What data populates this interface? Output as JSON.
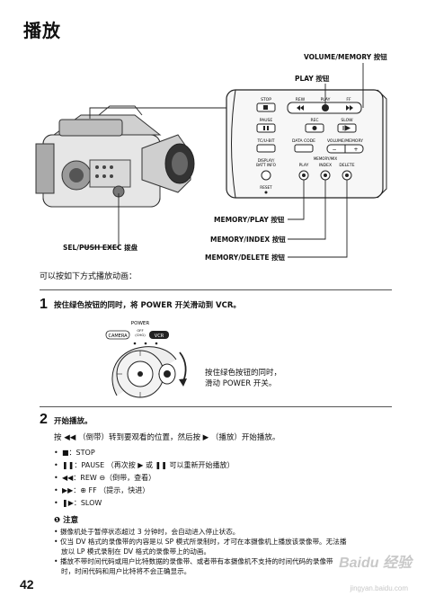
{
  "page": {
    "title": "播放",
    "page_number": "42"
  },
  "callouts": {
    "volume_memory": "VOLUME/MEMORY 按钮",
    "play": "PLAY 按钮",
    "memory_play": "MEMORY/PLAY 按钮",
    "memory_index": "MEMORY/INDEX 按钮",
    "memory_delete": "MEMORY/DELETE 按钮",
    "sel_push": "SEL/PUSH EXEC 拨盘"
  },
  "panel": {
    "stop": "STOP",
    "rew": "REW",
    "play": "PLAY",
    "ff": "FF",
    "pause": "PAUSE",
    "rec": "REC",
    "slow": "SLOW",
    "tc_ubit": "TC/U-BIT",
    "data_code": "DATA CODE",
    "volume_memory": "VOLUME/MEMORY",
    "display_batt": "DISPLAY/",
    "batt_info": "BATT INFO",
    "memory_group": "MEMORY/MIX",
    "m_play": "PLAY",
    "m_index": "INDEX",
    "m_delete": "DELETE",
    "reset": "RESET"
  },
  "intro": "可以按如下方式播放动画：",
  "step1": {
    "num": "1",
    "title": "按住绿色按钮的同时，将 POWER 开关滑动到 VCR。",
    "power_label": "POWER",
    "camera_label": "CAMERA",
    "off_label": "OFF",
    "chg_label": "(CHG)",
    "vcr_label": "VCR",
    "note_line1": "按住绿色按钮的同时，",
    "note_line2": "滑动 POWER 开关。"
  },
  "step2": {
    "num": "2",
    "title": "开始播放。",
    "body": "按 ◀◀ （倒带）转到要观看的位置，然后按 ▶ （播放）开始播放。",
    "bullets": [
      "■：STOP",
      "❚❚：PAUSE （再次按 ▶ 或 ❚❚ 可以重新开始播放）",
      "◀◀：REW ⊖（倒带，查看）",
      "▶▶：⊕ FF （提示，快进）",
      "❚▶：SLOW"
    ]
  },
  "notes": {
    "heading": "注意",
    "items": [
      "摄像机处于暂停状态超过 3 分钟时，会自动进入停止状态。",
      "仅当 DV 格式的录像带的内容是以 SP 模式所录制时，才可在本摄像机上播放该录像带。无法播",
      "放以 LP 模式录制在 DV 格式的录像带上的动画。",
      "播放不带时间代码或用户比特数据的录像带、或者带有本摄像机不支持的时间代码的录像带",
      "时，时间代码和用户比特将不会正确显示。"
    ]
  },
  "watermark": {
    "brand": "Baidu 经验",
    "url": "jingyan.baidu.com"
  }
}
